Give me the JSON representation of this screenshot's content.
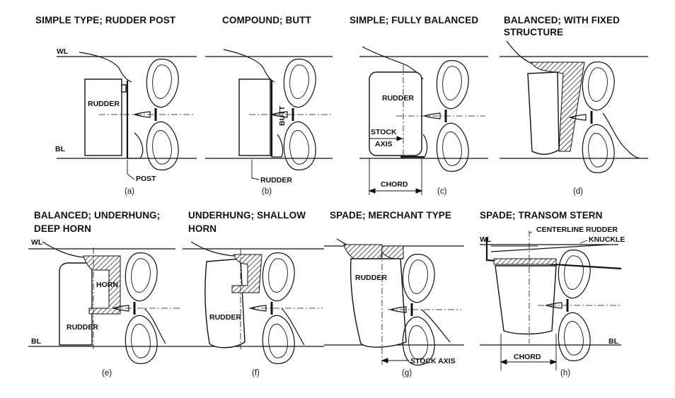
{
  "figure": {
    "panels": [
      {
        "id": "a",
        "title": [
          "SIMPLE TYPE; RUDDER POST"
        ],
        "caption": "(a)",
        "labels": {
          "wl": "WL",
          "bl": "BL",
          "rudder": "RUDDER",
          "post": "POST"
        }
      },
      {
        "id": "b",
        "title": [
          "COMPOUND; BUTT"
        ],
        "caption": "(b)",
        "labels": {
          "butt": "BUTT",
          "rudder": "RUDDER"
        }
      },
      {
        "id": "c",
        "title": [
          "SIMPLE; FULLY BALANCED"
        ],
        "caption": "(c)",
        "labels": {
          "rudder": "RUDDER",
          "stock": "STOCK",
          "axis": "AXIS",
          "chord": "CHORD"
        }
      },
      {
        "id": "d",
        "title": [
          "BALANCED; WITH FIXED",
          "STRUCTURE"
        ],
        "caption": "(d)",
        "labels": {}
      },
      {
        "id": "e",
        "title": [
          "BALANCED; UNDERHUNG;",
          "DEEP HORN"
        ],
        "caption": "(e)",
        "labels": {
          "wl": "WL",
          "bl": "BL",
          "horn": "HORN",
          "rudder": "RUDDER"
        }
      },
      {
        "id": "f",
        "title": [
          "UNDERHUNG; SHALLOW",
          "HORN"
        ],
        "caption": "(f)",
        "labels": {
          "rudder": "RUDDER"
        }
      },
      {
        "id": "g",
        "title": [
          "SPADE; MERCHANT TYPE"
        ],
        "caption": "(g)",
        "labels": {
          "rudder": "RUDDER",
          "stock_axis": "STOCK AXIS"
        }
      },
      {
        "id": "h",
        "title": [
          "SPADE; TRANSOM STERN"
        ],
        "caption": "(h)",
        "labels": {
          "wl": "WL",
          "bl": "BL",
          "centerline_rudder": "CENTERLINE RUDDER",
          "knuckle": "KNUCKLE",
          "chord": "CHORD"
        }
      }
    ]
  },
  "colors": {
    "ink": "#111111",
    "paper": "#ffffff"
  }
}
